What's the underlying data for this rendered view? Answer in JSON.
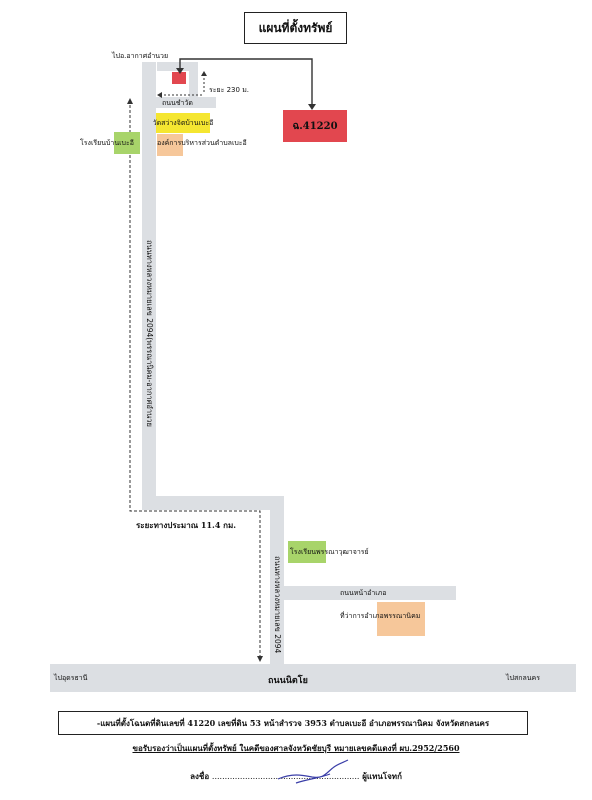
{
  "title": "แผนที่ตั้งทรัพย์",
  "labels": {
    "to_nong_han": "ไปอ.อากาศอำนวย",
    "distance_230": "ระยะ 230 ม.",
    "chaeng_road": "ถนนชำวัด",
    "temple": "วัดสว่างจิตบ้านเบะอี",
    "school_left": "โรงเรียนบ้านเบะอี",
    "tambon_org": "องค์การบริหารส่วนตำบลเบะอี",
    "land_box": "ฉ.41220",
    "highway_upper": "ถนนทางหลวงหมายเลข 2094(พรรณานิคม-อากาศอำนวย",
    "distance_11": "ระยะทางประมาณ  11.4 กม.",
    "school_right": "โรงเรียนพรรณาวุฒาจารย์",
    "highway_lower": "ถนนทางหลวงหมายเลข 2094",
    "district_road": "ถนนหน้าอำเภอ",
    "district_office": "ที่ว่าการอำเภอพรรณานิคม",
    "to_udon": "ไปอุดรธานี",
    "main_road": "ถนนนิตโย",
    "to_sakon": "ไปสกลนคร"
  },
  "footer": {
    "description": "-แผนที่ตั้งโฉนดที่ดินเลขที่ 41220 เลขที่ดิน 53 หน้าสำรวจ 3953 ตำบลเบะอี อำเภอพรรณานิคม จังหวัดสกลนคร",
    "certify": "ขอรับรองว่าเป็นแผนที่ตั้งทรัพย์ ในคดีของศาลจังหวัดชัยบุรี หมายเลขคดีแดงที่ ผบ.2952/2560",
    "sign_prefix": "ลงชื่อ",
    "sign_line": "..........................................................",
    "sign_suffix": "ผู้แทนโจทก์"
  },
  "colors": {
    "road": "#dcdfe3",
    "land_red": "#e2474f",
    "school_green": "#a8d46a",
    "temple_yellow": "#f5e631",
    "office_orange": "#f6c79a"
  }
}
